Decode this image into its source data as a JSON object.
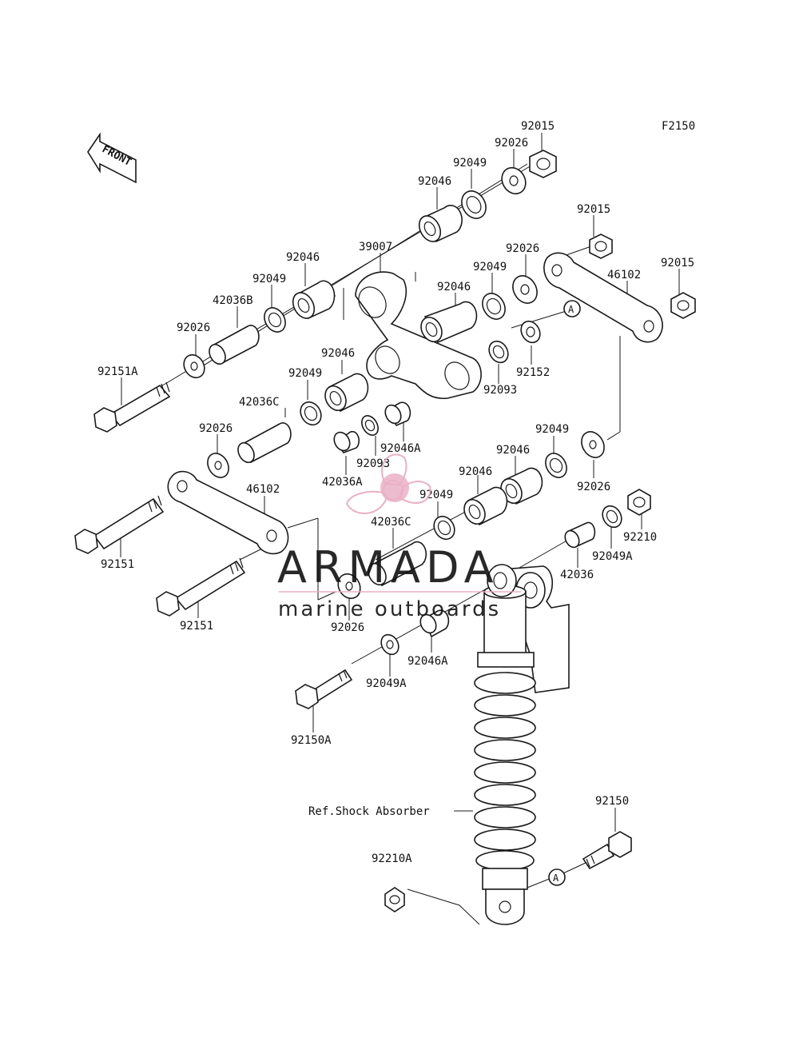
{
  "diagram_code": "F2150",
  "front_label": "FRONT",
  "reference_label": "Ref.Shock Absorber",
  "callout_marker": "A",
  "watermark": {
    "brand": "ARMADA",
    "tagline": "marine outboards",
    "logo_color": "#e8a8c0",
    "text_color": "#6b6b6b"
  },
  "labels": [
    {
      "id": "l01",
      "text": "92015"
    },
    {
      "id": "l02",
      "text": "92026"
    },
    {
      "id": "l03",
      "text": "92049"
    },
    {
      "id": "l04",
      "text": "92046"
    },
    {
      "id": "l05",
      "text": "92015"
    },
    {
      "id": "l06",
      "text": "39007"
    },
    {
      "id": "l07",
      "text": "92026"
    },
    {
      "id": "l08",
      "text": "92015"
    },
    {
      "id": "l09",
      "text": "92046"
    },
    {
      "id": "l10",
      "text": "92049"
    },
    {
      "id": "l11",
      "text": "46102"
    },
    {
      "id": "l12",
      "text": "92049"
    },
    {
      "id": "l13",
      "text": "92046"
    },
    {
      "id": "l14",
      "text": "42036B"
    },
    {
      "id": "l15",
      "text": "92026"
    },
    {
      "id": "l16",
      "text": "92152"
    },
    {
      "id": "l17",
      "text": "92093"
    },
    {
      "id": "l18",
      "text": "92151A"
    },
    {
      "id": "l19",
      "text": "92046"
    },
    {
      "id": "l20",
      "text": "92049"
    },
    {
      "id": "l21",
      "text": "42036C"
    },
    {
      "id": "l22",
      "text": "92026"
    },
    {
      "id": "l23",
      "text": "92046A"
    },
    {
      "id": "l24",
      "text": "92093"
    },
    {
      "id": "l25",
      "text": "92049"
    },
    {
      "id": "l26",
      "text": "92046"
    },
    {
      "id": "l27",
      "text": "42036A"
    },
    {
      "id": "l28",
      "text": "92046"
    },
    {
      "id": "l29",
      "text": "92026"
    },
    {
      "id": "l30",
      "text": "46102"
    },
    {
      "id": "l31",
      "text": "92049"
    },
    {
      "id": "l32",
      "text": "42036C"
    },
    {
      "id": "l33",
      "text": "92210"
    },
    {
      "id": "l34",
      "text": "92049A"
    },
    {
      "id": "l35",
      "text": "92151"
    },
    {
      "id": "l36",
      "text": "42036"
    },
    {
      "id": "l37",
      "text": "92151"
    },
    {
      "id": "l38",
      "text": "92026"
    },
    {
      "id": "l39",
      "text": "92046A"
    },
    {
      "id": "l40",
      "text": "92049A"
    },
    {
      "id": "l41",
      "text": "92150A"
    },
    {
      "id": "l42",
      "text": "92150"
    },
    {
      "id": "l43",
      "text": "92210A"
    }
  ]
}
